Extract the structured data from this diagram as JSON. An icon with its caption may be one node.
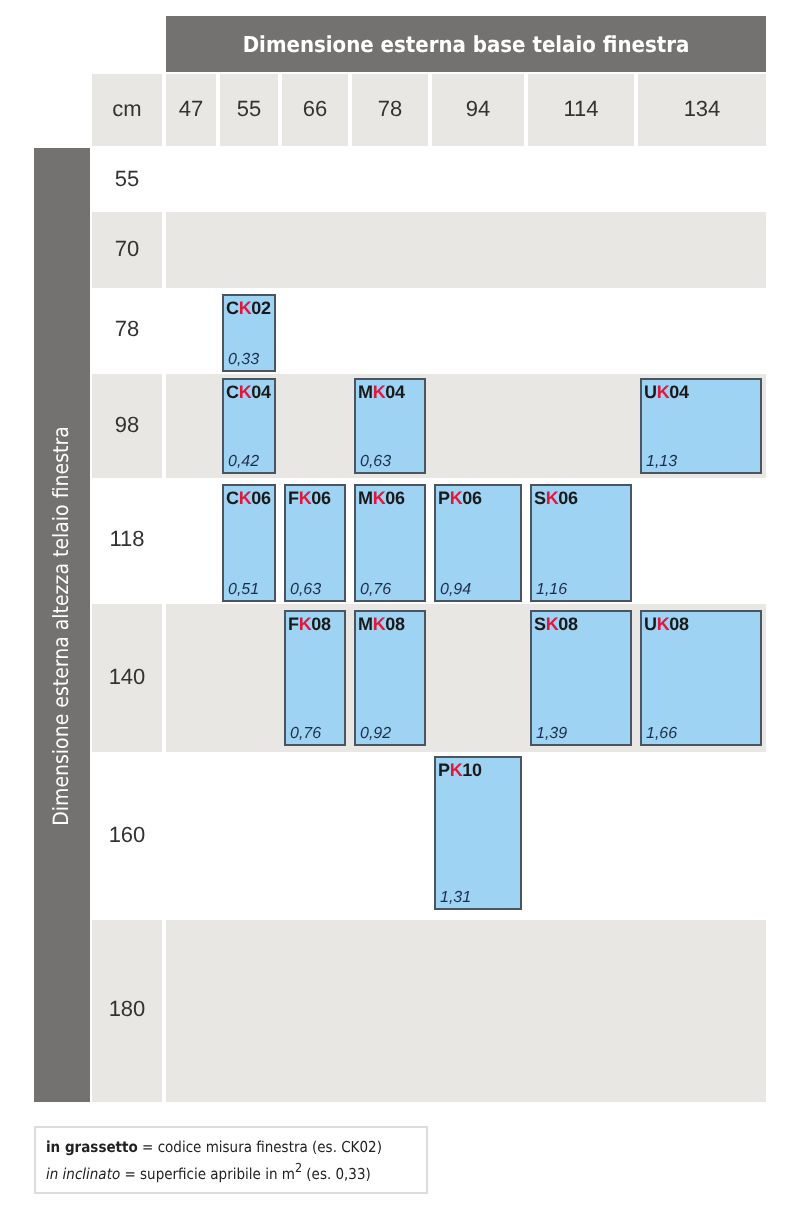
{
  "diagram": {
    "nodes": [
      {
        "text": [
          "Dimensione esterna base telaio finestra"
        ]
      },
      {
        "text": [
          "Dimensione esterna altezza telaio finestra"
        ]
      },
      {
        "text": [
          "CK02",
          "0,33"
        ]
      },
      {
        "text": [
          "CK04",
          "0,42"
        ]
      },
      {
        "text": [
          "MK04",
          "0,63"
        ]
      },
      {
        "text": [
          "UK04",
          "1,13"
        ]
      },
      {
        "text": [
          "CK06",
          "0,51"
        ]
      },
      {
        "text": [
          "FK06",
          "0,63"
        ]
      },
      {
        "text": [
          "MK06",
          "0,76"
        ]
      },
      {
        "text": [
          "PK06",
          "0,94"
        ]
      },
      {
        "text": [
          "SK06",
          "1,16"
        ]
      },
      {
        "text": [
          "FK08",
          "0,76"
        ]
      },
      {
        "text": [
          "MK08",
          "0,92"
        ]
      },
      {
        "text": [
          "SK08",
          "1,39"
        ]
      },
      {
        "text": [
          "UK08",
          "1,66"
        ]
      },
      {
        "text": [
          "PK10",
          "1,31"
        ]
      },
      {
        "text": [
          "**in grassetto** = codice misura finestra (es. CK02)",
          "*in inclinato* = superficie apribile in m$^{2}$ (es. 0,33)"
        ]
      }
    ],
    "labels": [
      "cm",
      "47",
      "55",
      "66",
      "78",
      "94",
      "114",
      "134",
      "55",
      "70",
      "78",
      "98",
      "118",
      "140",
      "160",
      "180"
    ]
  }
}
